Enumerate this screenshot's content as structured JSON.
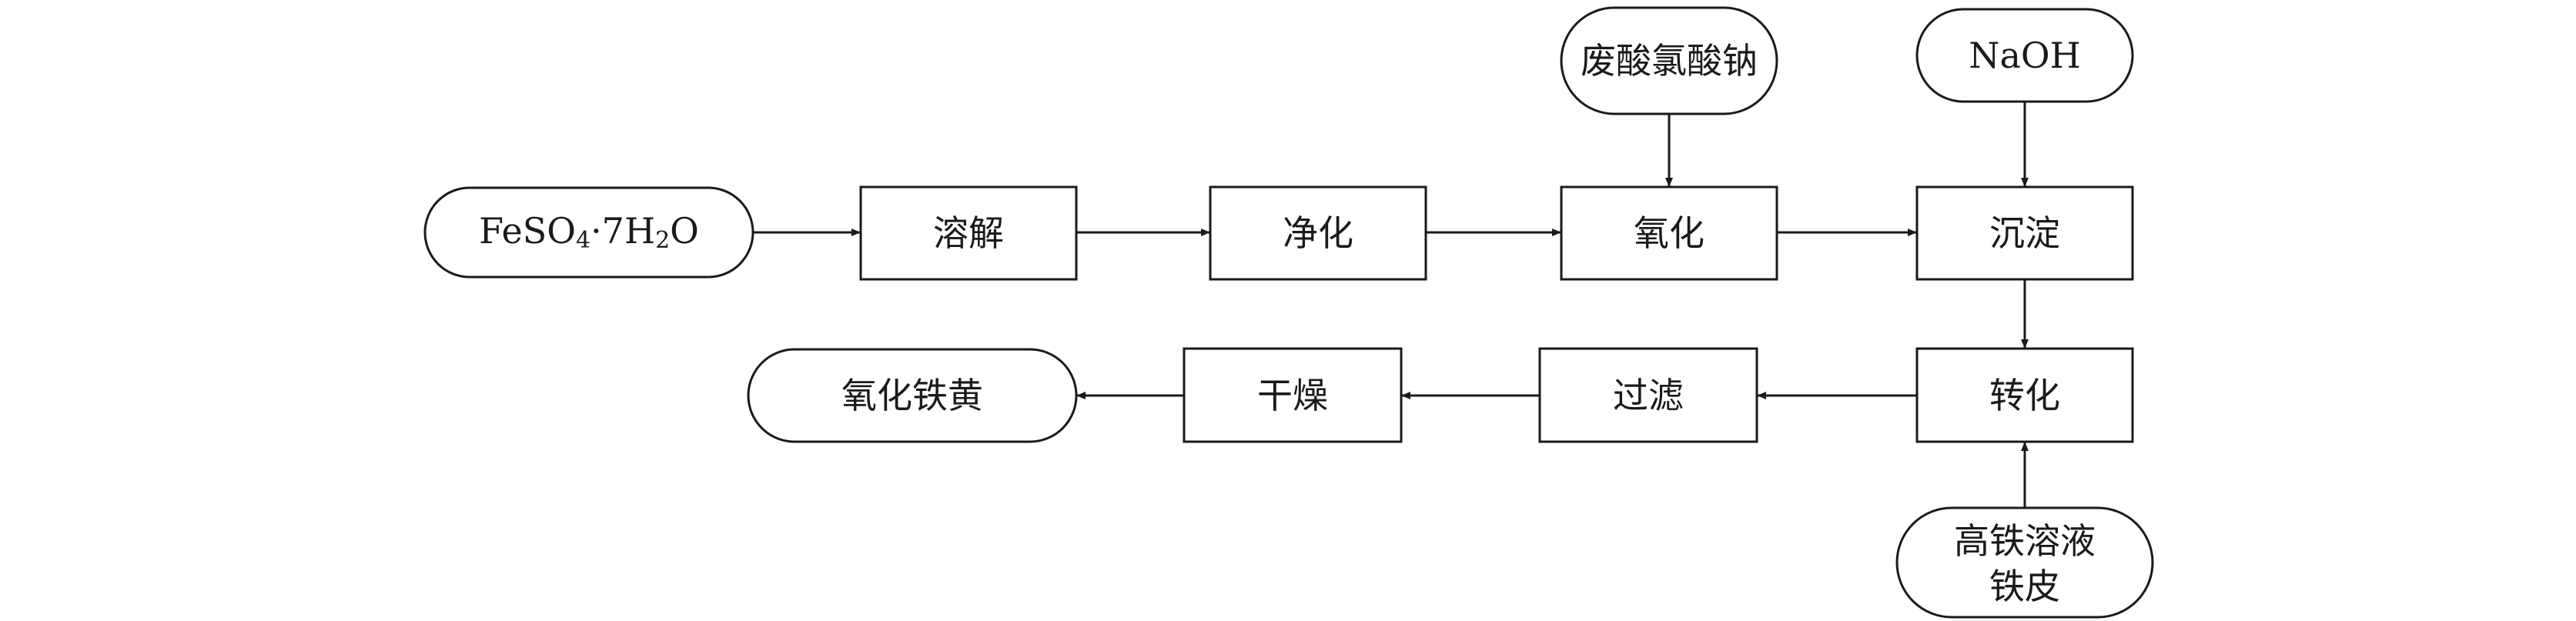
{
  "diagram": {
    "nodes": {
      "start": {
        "main": "FeSO",
        "sub1": "4",
        "mid": "·7H",
        "sub2": "2",
        "end": "O"
      },
      "dissolve": "溶解",
      "purify": "净化",
      "oxidize": "氧化",
      "precipitate": "沉淀",
      "transform": "转化",
      "filter": "过滤",
      "dry": "干燥",
      "product": "氧化铁黄",
      "reagent1": "废酸氯酸钠",
      "reagent2": "NaOH",
      "reagent3_line1": "高铁溶液",
      "reagent3_line2": "铁皮"
    },
    "edges": [
      {
        "from": "start",
        "to": "dissolve"
      },
      {
        "from": "dissolve",
        "to": "purify"
      },
      {
        "from": "purify",
        "to": "oxidize"
      },
      {
        "from": "oxidize",
        "to": "precipitate"
      },
      {
        "from": "reagent1",
        "to": "oxidize"
      },
      {
        "from": "reagent2",
        "to": "precipitate"
      },
      {
        "from": "precipitate",
        "to": "transform"
      },
      {
        "from": "reagent3",
        "to": "transform"
      },
      {
        "from": "transform",
        "to": "filter"
      },
      {
        "from": "filter",
        "to": "dry"
      },
      {
        "from": "dry",
        "to": "product"
      }
    ]
  }
}
